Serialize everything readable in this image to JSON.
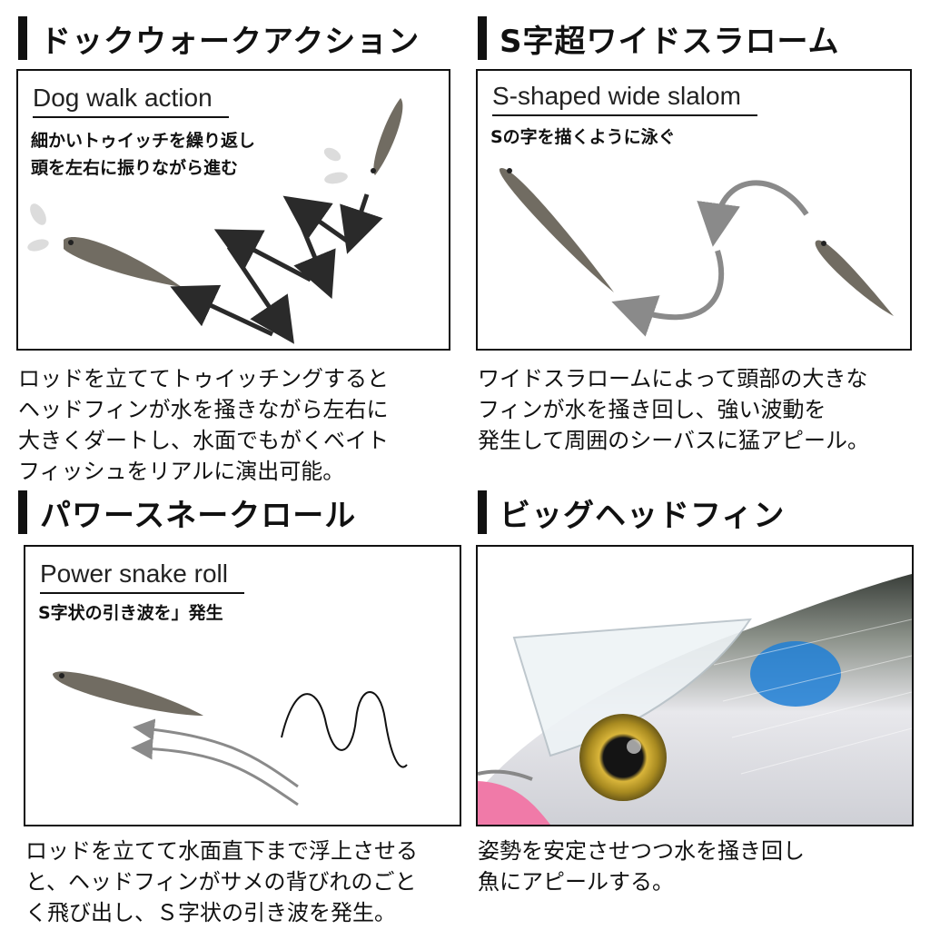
{
  "sections": [
    {
      "title": "ドックウォークアクション",
      "english": "Dog walk action",
      "subtitle": [
        "細かいトゥイッチを繰り返し",
        "頭を左右に振りながら進む"
      ],
      "body": [
        "ロッドを立ててトゥイッチングすると",
        "ヘッドフィンが水を掻きながら左右に",
        "大きくダートし、水面でもがくベイト",
        "フィッシュをリアルに演出可能。"
      ]
    },
    {
      "title": "S字超ワイドスラローム",
      "english": "S-shaped wide slalom",
      "subtitle": [
        "Sの字を描くように泳ぐ"
      ],
      "body": [
        "ワイドスラロームによって頭部の大きな",
        "フィンが水を掻き回し、強い波動を",
        "発生して周囲のシーバスに猛アピール。"
      ]
    },
    {
      "title": "パワースネークロール",
      "english": "Power snake roll",
      "subtitle": [
        "S字状の引き波を」発生"
      ],
      "body": [
        "ロッドを立てて水面直下まで浮上させる",
        "と、ヘッドフィンがサメの背びれのごと",
        "く飛び出し、Ｓ字状の引き波を発生。"
      ]
    },
    {
      "title": "ビッグヘッドフィン",
      "body": [
        "姿勢を安定させつつ水を掻き回し",
        "魚にアピールする。"
      ]
    }
  ],
  "colors": {
    "lure": "#716c62",
    "arrow_dark": "#2a2a2a",
    "arrow_gray": "#8a8a8a",
    "fin_blue": "#1f7fd6",
    "eye_gold": "#d9b53a"
  }
}
